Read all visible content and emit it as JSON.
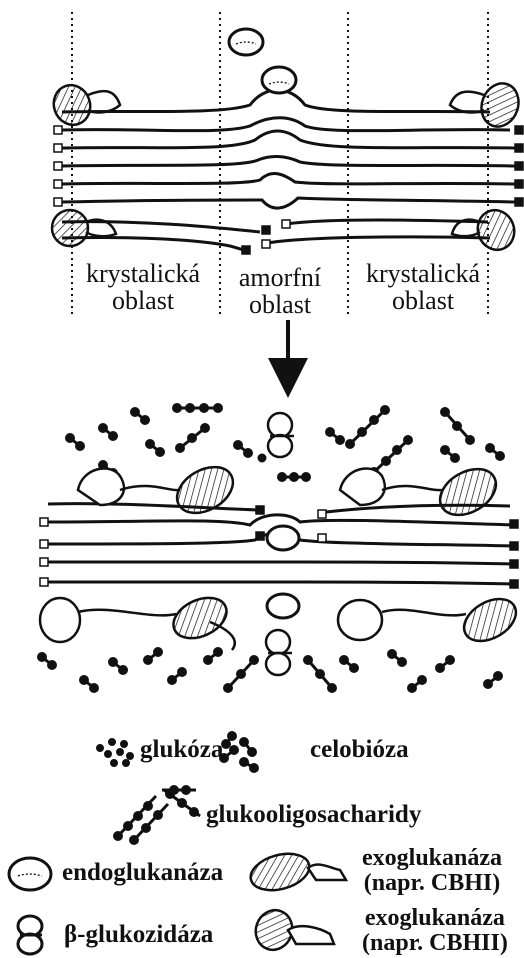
{
  "regions": {
    "crystalline_left": [
      "krystalická",
      "oblast"
    ],
    "amorphous": [
      "amorfní",
      "oblast"
    ],
    "crystalline_right": [
      "krystalická",
      "oblast"
    ]
  },
  "legend": {
    "glucose": "glukóza",
    "cellobiose": "celobióza",
    "glucooligosaccharides": "glukooligosacharidy",
    "endoglucanase": "endoglukanáza",
    "exoglucanase_cbhi": [
      "exoglukanáza",
      "(napr. CBHI)"
    ],
    "beta_glucosidase": "β-glukozidáza",
    "exoglucanase_cbhii": [
      "exoglukanáza",
      "(napr. CBHII)"
    ]
  },
  "colors": {
    "ink": "#111111",
    "paper": "#ffffff"
  }
}
